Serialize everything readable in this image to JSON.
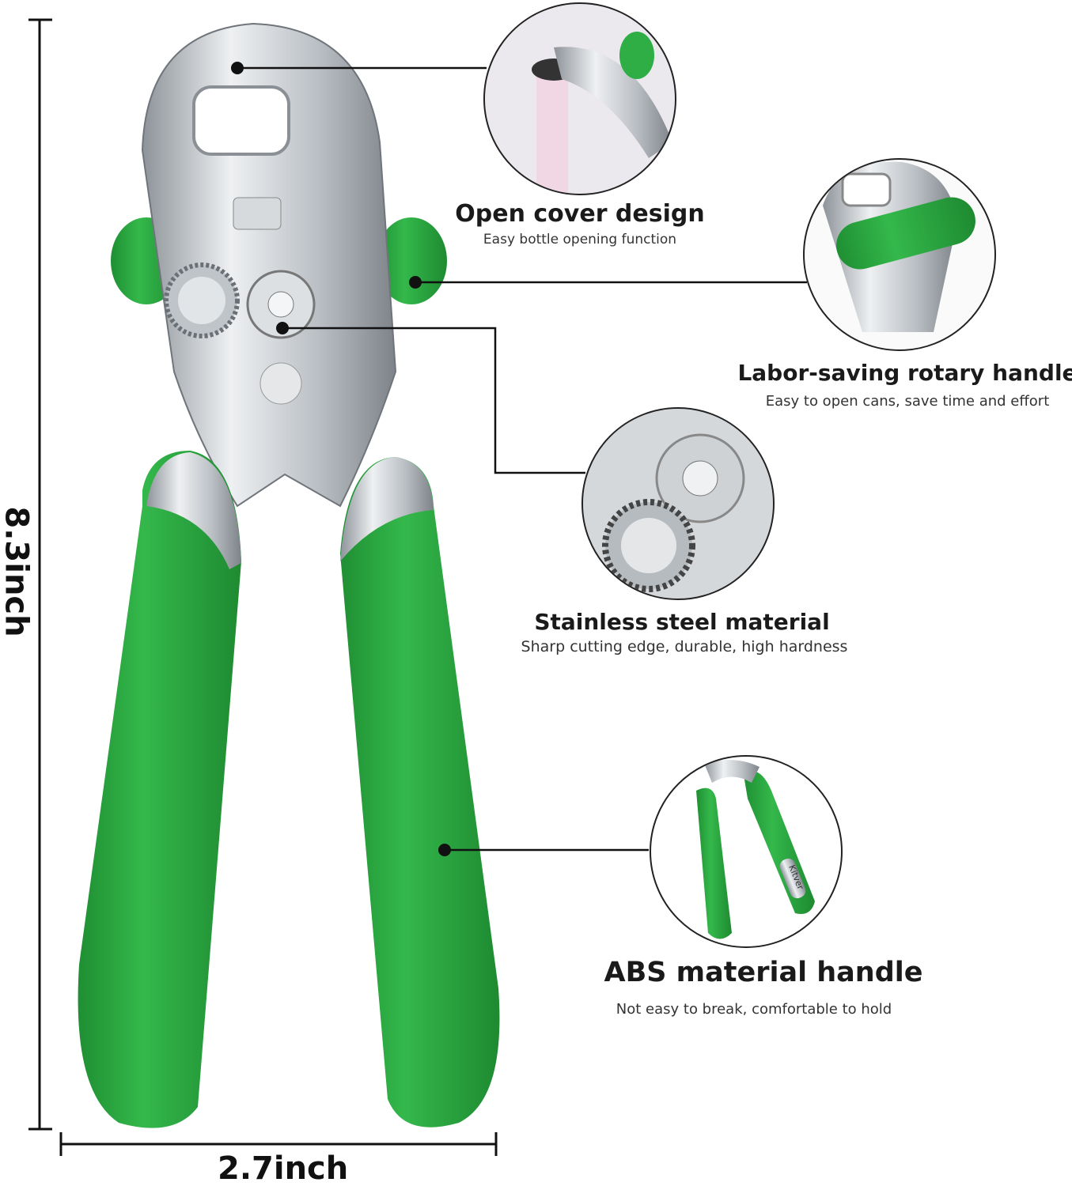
{
  "dimensions": {
    "height_label": "8.3inch",
    "width_label": "2.7inch"
  },
  "features": [
    {
      "title": "Open cover design",
      "subtitle": "Easy bottle opening function"
    },
    {
      "title": "Labor-saving rotary handle",
      "subtitle": "Easy to open cans, save time and effort"
    },
    {
      "title": "Stainless steel material",
      "subtitle": "Sharp cutting edge, durable, high hardness"
    },
    {
      "title": "ABS material handle",
      "subtitle": "Not easy to break, comfortable to hold"
    }
  ],
  "colors": {
    "handle_green": "#2fae45",
    "steel": "#c9cdd1",
    "line": "#111111"
  },
  "detail_images": [
    "bottle-opening-closeup",
    "rotary-handle-closeup",
    "cutting-wheel-closeup",
    "handle-closeup"
  ],
  "brand_mark": "Kitver"
}
